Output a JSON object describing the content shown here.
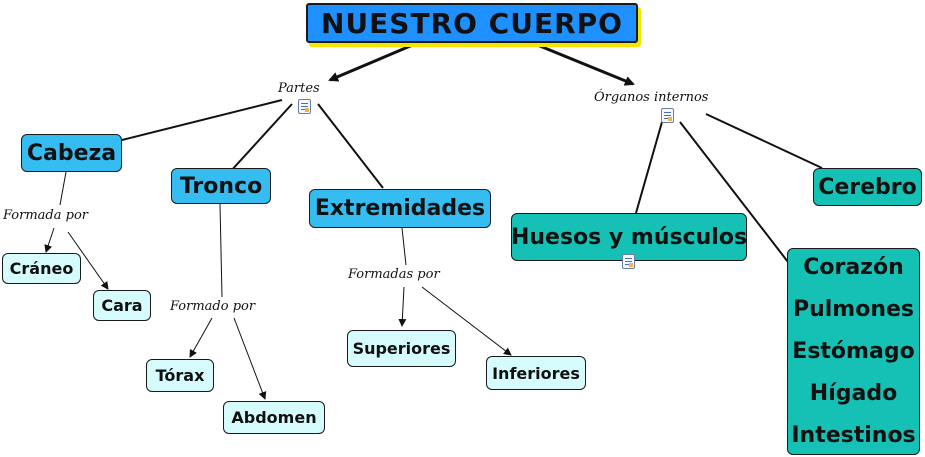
{
  "map": {
    "root": "NUESTRO CUERPO",
    "links": {
      "partes": "Partes",
      "organos": "Órganos internos",
      "formada_por": "Formada por",
      "formado_por": "Formado por",
      "formadas_por": "Formadas por"
    },
    "nodes": {
      "cabeza": "Cabeza",
      "tronco": "Tronco",
      "extremidades": "Extremidades",
      "craneo": "Cráneo",
      "cara": "Cara",
      "torax": "Tórax",
      "abdomen": "Abdomen",
      "superiores": "Superiores",
      "inferiores": "Inferiores",
      "huesos": "Huesos y músculos",
      "cerebro": "Cerebro",
      "organos_list": [
        "Corazón",
        "Pulmones",
        "Estómago",
        "Hígado",
        "Intestinos"
      ]
    },
    "icons": [
      "resource-doc-icon",
      "resource-doc-icon",
      "resource-doc-icon"
    ],
    "colors": {
      "root": "#1e90ff",
      "root_shadow": "#f2e600",
      "category": "#35bdf2",
      "leaf": "#d6fbfd",
      "organ": "#14c1b4"
    }
  }
}
